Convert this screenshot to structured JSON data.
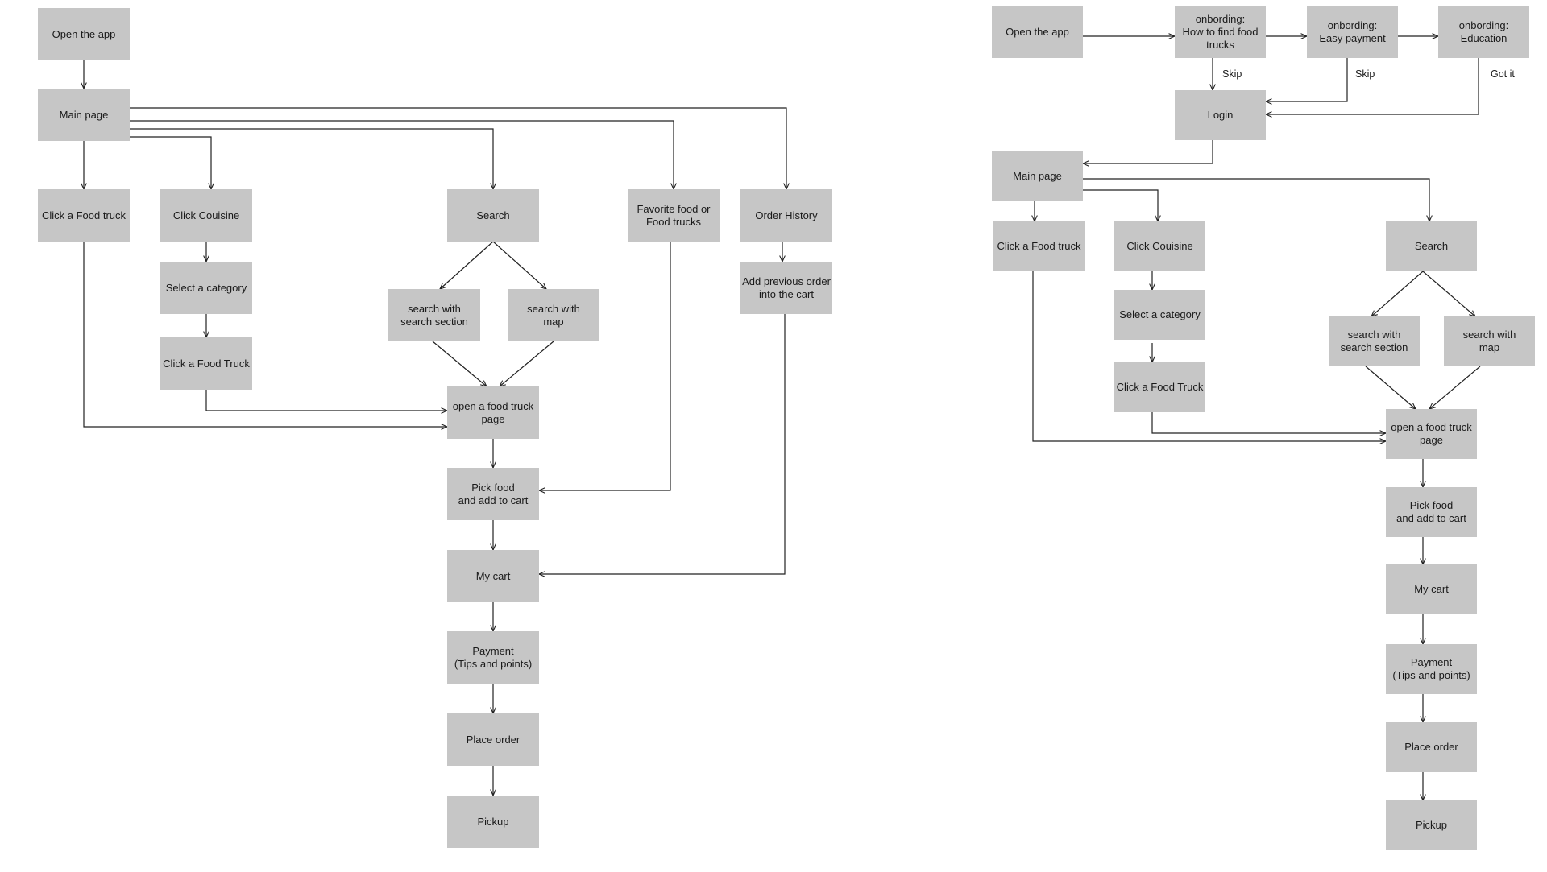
{
  "colors": {
    "node_fill": "#c6c6c6",
    "line": "#222222",
    "text": "#1a1a1a",
    "background": "#ffffff"
  },
  "left_flow": {
    "nodes": {
      "open_app": "Open the app",
      "main_page": "Main page",
      "click_food_truck": "Click a Food truck",
      "click_couisine": "Click Couisine",
      "select_category": "Select a category",
      "click_food_truck_2": "Click a Food Truck",
      "search": "Search",
      "search_section": "search with\nsearch section",
      "search_map": "search with\nmap",
      "favorite": "Favorite food or\nFood trucks",
      "order_history": "Order History",
      "add_previous": "Add previous order\ninto the cart",
      "open_truck_page": "open a food truck\npage",
      "pick_food": "Pick food\nand add to cart",
      "my_cart": "My cart",
      "payment": "Payment\n(Tips and points)",
      "place_order": "Place order",
      "pickup": "Pickup"
    }
  },
  "right_flow": {
    "nodes": {
      "open_app": "Open the app",
      "onb_find": "onbording:\nHow to find food trucks",
      "onb_payment": "onbording:\nEasy payment",
      "onb_education": "onbording:\nEducation",
      "login": "Login",
      "main_page": "Main page",
      "click_food_truck": "Click a Food truck",
      "click_couisine": "Click Couisine",
      "select_category": "Select a category",
      "click_food_truck_2": "Click a Food Truck",
      "search": "Search",
      "search_section": "search with\nsearch section",
      "search_map": "search with\nmap",
      "open_truck_page": "open a food truck\npage",
      "pick_food": "Pick food\nand add to cart",
      "my_cart": "My cart",
      "payment": "Payment\n(Tips and points)",
      "place_order": "Place order",
      "pickup": "Pickup"
    },
    "edge_labels": {
      "skip_1": "Skip",
      "skip_2": "Skip",
      "got_it": "Got it"
    }
  }
}
